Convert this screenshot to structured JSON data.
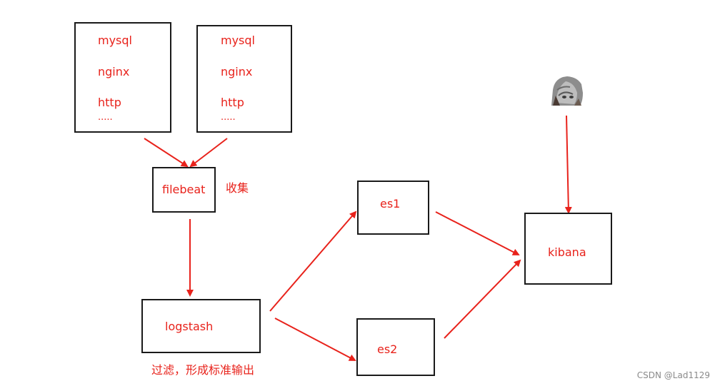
{
  "sources": [
    {
      "items": [
        "mysql",
        "nginx",
        "http",
        "....."
      ]
    },
    {
      "items": [
        "mysql",
        "nginx",
        "http",
        "....."
      ]
    }
  ],
  "nodes": {
    "filebeat": "filebeat",
    "logstash": "logstash",
    "es1": "es1",
    "es2": "es2",
    "kibana": "kibana"
  },
  "notes": {
    "collect": "收集",
    "filter": "过滤，形成标准输出"
  },
  "watermark": "CSDN @Lad1129",
  "colors": {
    "arrow": "#e8221b",
    "text": "#e8221b",
    "border": "#1a1a1a"
  },
  "user_avatar_icon": "cat-photo"
}
